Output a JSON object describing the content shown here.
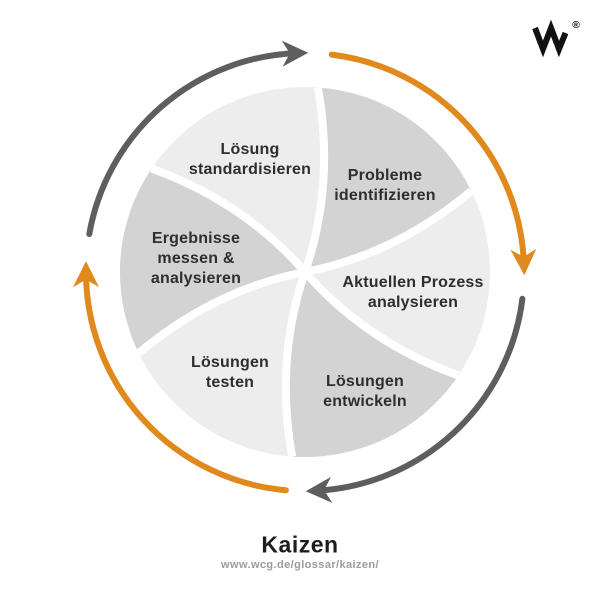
{
  "logo": {
    "letter": "W",
    "registered_mark": "®"
  },
  "wheel": {
    "rotation": "clockwise",
    "segments": [
      {
        "label": "Lösung\nstandardisieren",
        "tone": "light"
      },
      {
        "label": "Probleme\nidentifizieren",
        "tone": "dark"
      },
      {
        "label": "Aktuellen Prozess\nanalysieren",
        "tone": "light"
      },
      {
        "label": "Lösungen\nentwickeln",
        "tone": "dark"
      },
      {
        "label": "Lösungen\ntesten",
        "tone": "light"
      },
      {
        "label": "Ergebnisse\nmessen &\nanalysieren",
        "tone": "dark"
      }
    ]
  },
  "arrows": [
    {
      "position": "top-left",
      "color": "gray"
    },
    {
      "position": "top-right",
      "color": "orange"
    },
    {
      "position": "bottom-right",
      "color": "gray"
    },
    {
      "position": "bottom-left",
      "color": "orange"
    }
  ],
  "footer": {
    "title": "Kaizen",
    "url": "www.wcg.de/glossar/kaizen/"
  },
  "colors": {
    "background": "#FFFFFF",
    "segment_light": "#EDEDED",
    "segment_dark": "#D3D3D3",
    "divider": "#FFFFFF",
    "arrow_gray": "#5E5E60",
    "arrow_orange": "#E0891D",
    "label_text": "#2E2E2E",
    "title_text": "#1D1D1B",
    "url_text": "#9C9C9C",
    "logo": "#111111"
  }
}
